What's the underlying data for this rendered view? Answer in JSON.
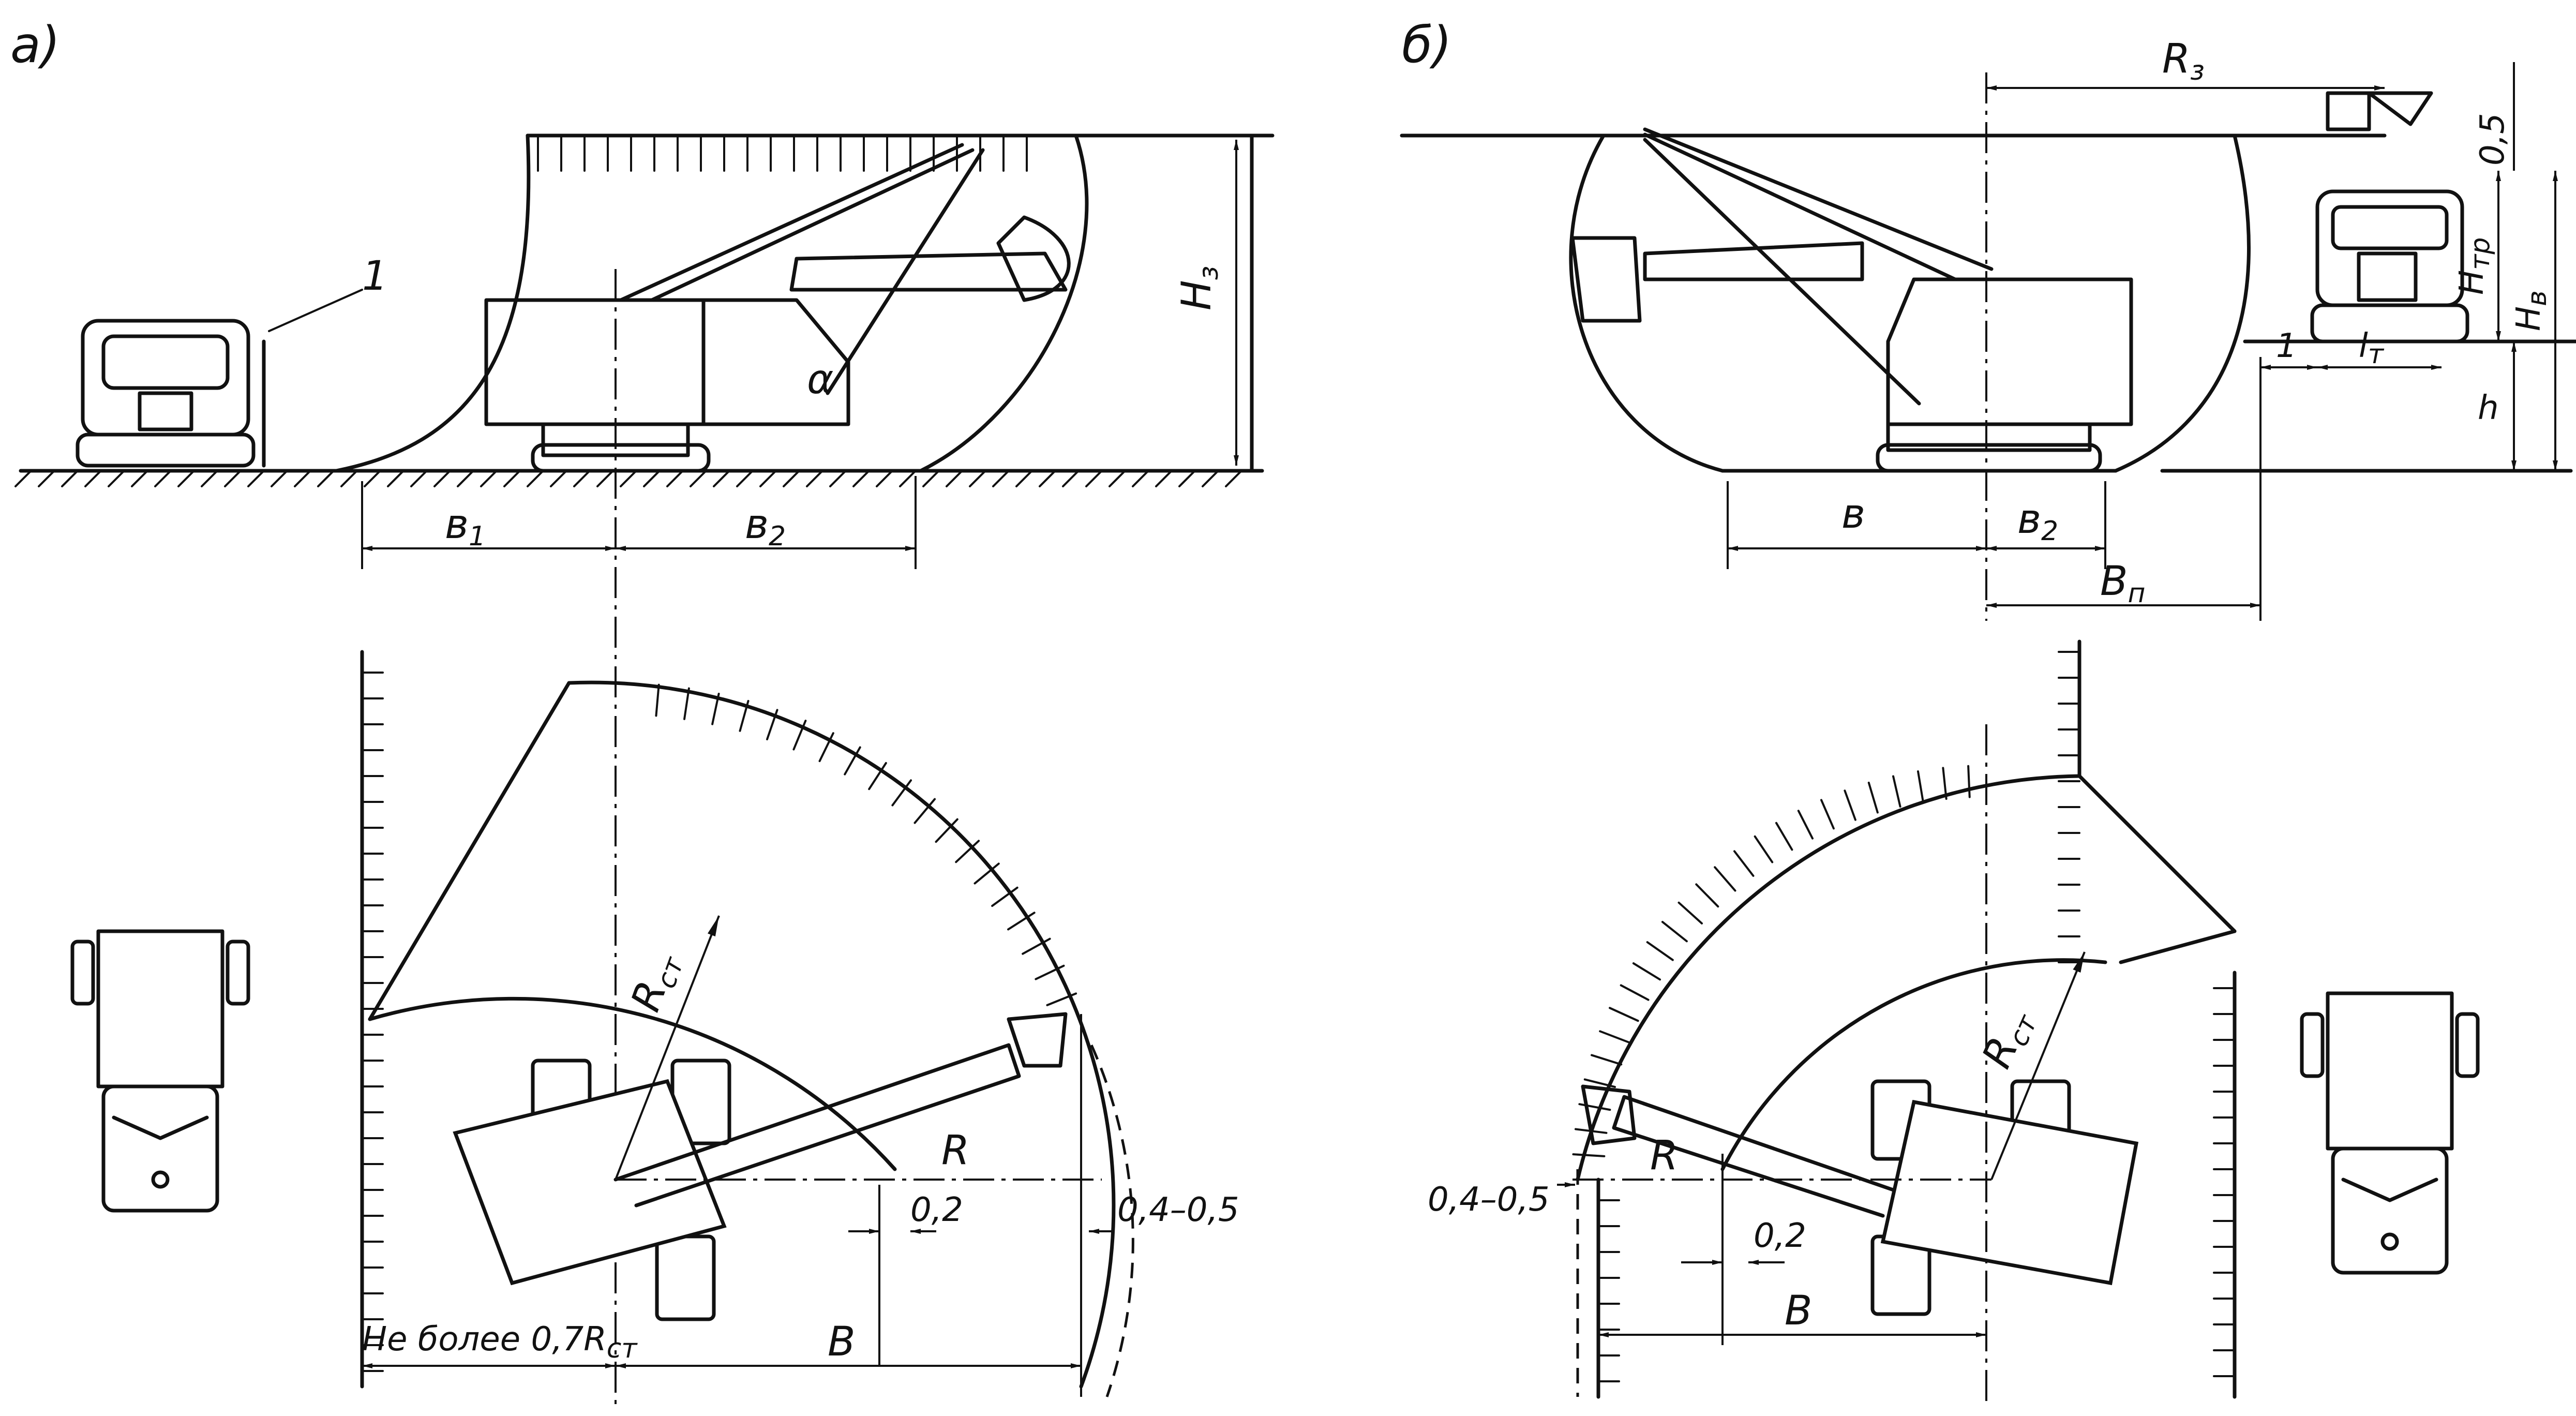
{
  "panel_a": {
    "tag": "а)",
    "callout": "1",
    "height": "H",
    "height_sub": "з",
    "angle": "α",
    "b1": "в",
    "b1_sub": "1",
    "b2": "в",
    "b2_sub": "2",
    "radius": "R",
    "radius_sub": "ст",
    "r_label": "R",
    "step": "0,2",
    "margin": "0,4–0,5",
    "limit_note": "Не более 0,7R",
    "limit_sub": "ст",
    "width": "B"
  },
  "panel_b": {
    "tag": "б)",
    "rz": "R",
    "rz_sub": "з",
    "top_gap": "0,5",
    "h_truck": "H",
    "h_truck_sub": "тр",
    "h_dump": "H",
    "h_dump_sub": "в",
    "h_small": "h",
    "one": "1",
    "lt": "l",
    "lt_sub": "т",
    "b": "в",
    "b2": "в",
    "b2_sub": "2",
    "bp": "B",
    "bp_sub": "п",
    "radius": "R",
    "radius_sub": "ст",
    "r_label": "R",
    "step": "0,2",
    "margin": "0,4–0,5",
    "width": "B"
  }
}
